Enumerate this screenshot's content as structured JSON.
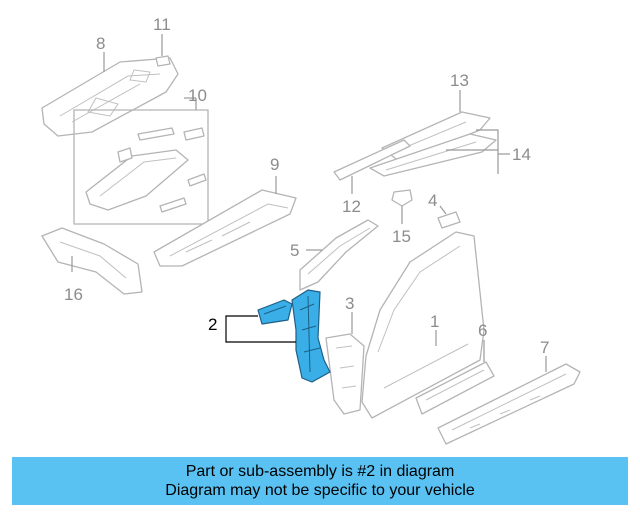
{
  "diagram": {
    "highlight_color": "#3aaee6",
    "callouts": {
      "c1": "1",
      "c2": "2",
      "c3": "3",
      "c4": "4",
      "c5": "5",
      "c6": "6",
      "c7": "7",
      "c8": "8",
      "c9": "9",
      "c10": "10",
      "c11": "11",
      "c12": "12",
      "c13": "13",
      "c14": "14",
      "c15": "15",
      "c16": "16"
    }
  },
  "banner": {
    "background": "#59c2f3",
    "line1": "Part or sub-assembly is #2 in diagram",
    "line2": "Diagram may not be specific to your vehicle"
  }
}
